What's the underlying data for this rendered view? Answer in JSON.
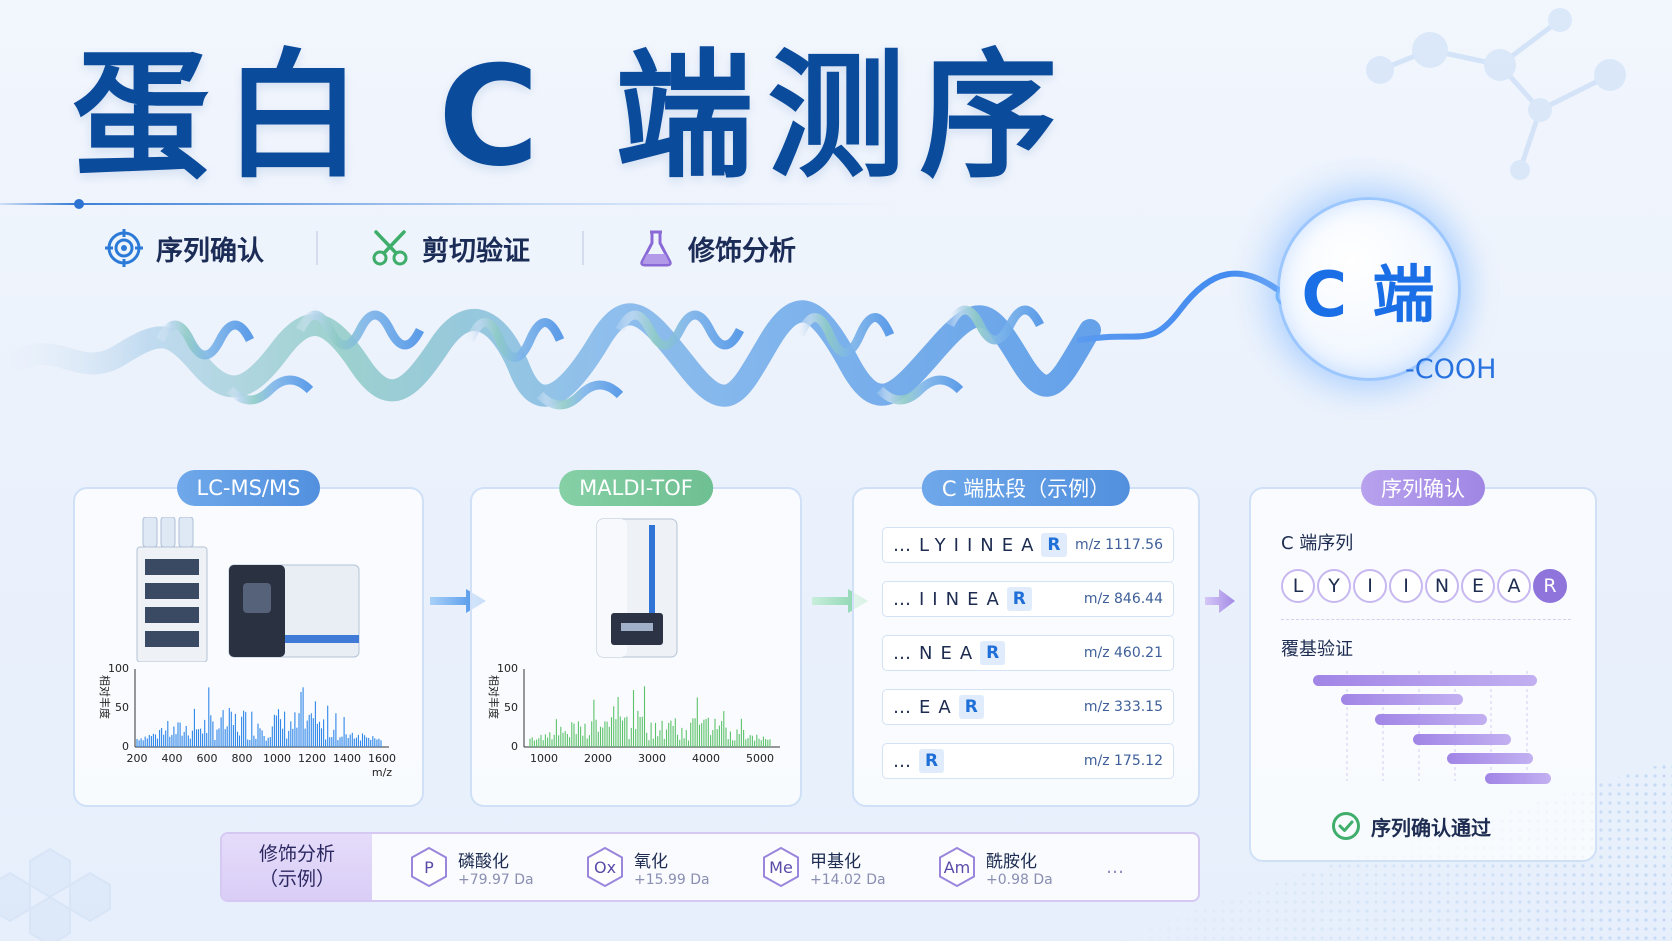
{
  "title": "蛋白 C 端测序",
  "features": [
    {
      "label": "序列确认",
      "icon": "target-icon"
    },
    {
      "label": "剪切验证",
      "icon": "scissors-icon"
    },
    {
      "label": "修饰分析",
      "icon": "flask-icon"
    }
  ],
  "c_term": {
    "label": "C 端",
    "group": "-COOH"
  },
  "lcms": {
    "tag": "LC-MS/MS",
    "y_label": "相对丰度",
    "x_unit": "m/z",
    "y_ticks": [
      "100",
      "50",
      "0"
    ],
    "x_ticks": [
      "200",
      "400",
      "600",
      "800",
      "1000",
      "1200",
      "1400",
      "1600"
    ]
  },
  "maldi": {
    "tag": "MALDI-TOF",
    "y_label": "相对丰度",
    "y_ticks": [
      "100",
      "50",
      "0"
    ],
    "x_ticks": [
      "1000",
      "2000",
      "3000",
      "4000",
      "5000"
    ]
  },
  "peptides": {
    "tag": "C 端肽段（示例）",
    "rows": [
      {
        "prefix": "…",
        "seq": "LYIINEA",
        "term": "R",
        "mz": "m/z 1117.56"
      },
      {
        "prefix": "…",
        "seq": "IINEA",
        "term": "R",
        "mz": "m/z 846.44"
      },
      {
        "prefix": "…",
        "seq": "NEA",
        "term": "R",
        "mz": "m/z 460.21"
      },
      {
        "prefix": "…",
        "seq": "EA",
        "term": "R",
        "mz": "m/z 333.15"
      },
      {
        "prefix": "…",
        "seq": "",
        "term": "R",
        "mz": "m/z 175.12"
      }
    ]
  },
  "sequence": {
    "tag": "序列确认",
    "c_term_label": "C 端序列",
    "residues": [
      "L",
      "Y",
      "I",
      "I",
      "N",
      "E",
      "A",
      "R"
    ],
    "coverage_label": "覆基验证",
    "pass_label": "序列确认通过"
  },
  "modifications": {
    "head_line1": "修饰分析",
    "head_line2": "（示例）",
    "items": [
      {
        "symbol": "P",
        "name": "磷酸化",
        "mass": "+79.97 Da"
      },
      {
        "symbol": "Ox",
        "name": "氧化",
        "mass": "+15.99 Da"
      },
      {
        "symbol": "Me",
        "name": "甲基化",
        "mass": "+14.02 Da"
      },
      {
        "symbol": "Am",
        "name": "酰胺化",
        "mass": "+0.98 Da"
      }
    ],
    "more": "…"
  }
}
